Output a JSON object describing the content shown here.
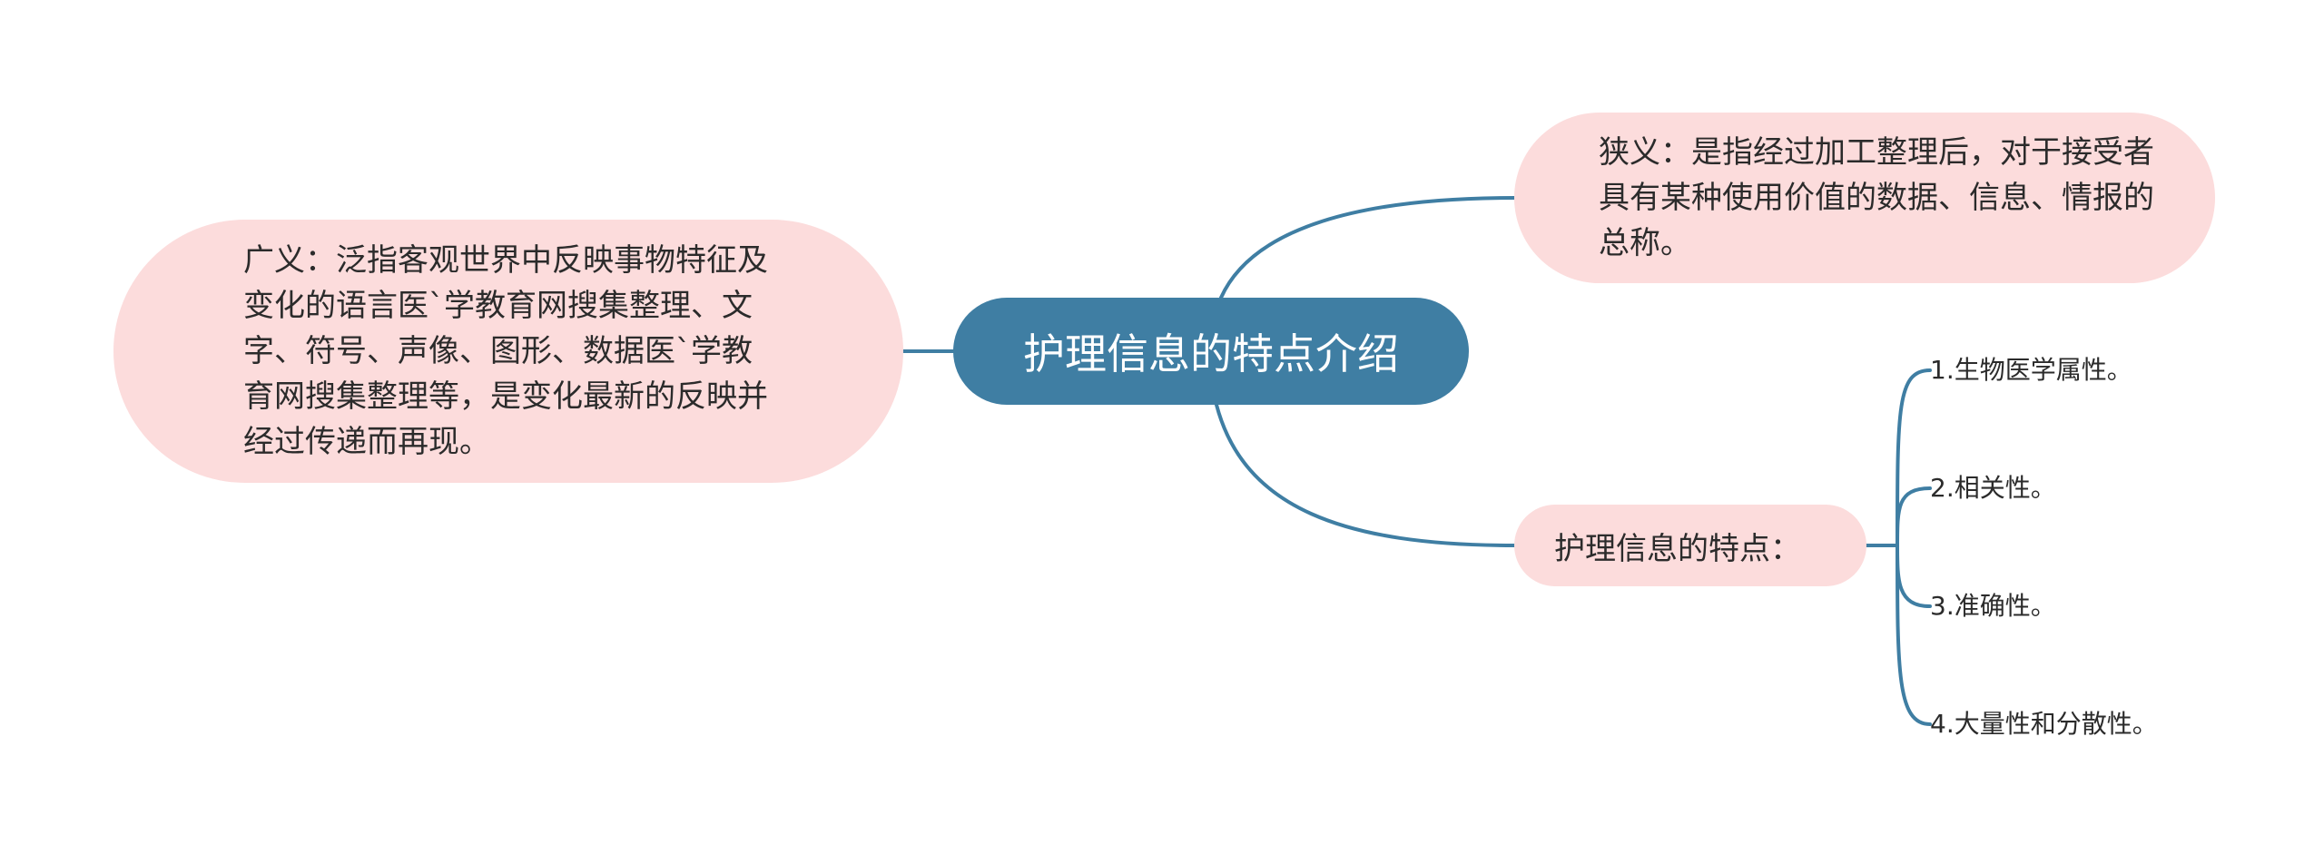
{
  "root": {
    "label": "护理信息的特点介绍"
  },
  "broad": {
    "text": "广义：泛指客观世界中反映事物特征及变化的语言医`学教育网搜集整理、文字、符号、声像、图形、数据医`学教育网搜集整理等，是变化最新的反映并经过传递而再现。"
  },
  "narrow": {
    "text": "狭义：是指经过加工整理后，对于接受者具有某种使用价值的数据、信息、情报的总称。"
  },
  "features": {
    "label": "护理信息的特点：",
    "items": [
      "1.生物医学属性。",
      "2.相关性。",
      "3.准确性。",
      "4.大量性和分散性。"
    ]
  },
  "colors": {
    "root_fill": "#3f7ea3",
    "node_fill": "#fcdcdc",
    "connector": "#3f7ea3"
  }
}
